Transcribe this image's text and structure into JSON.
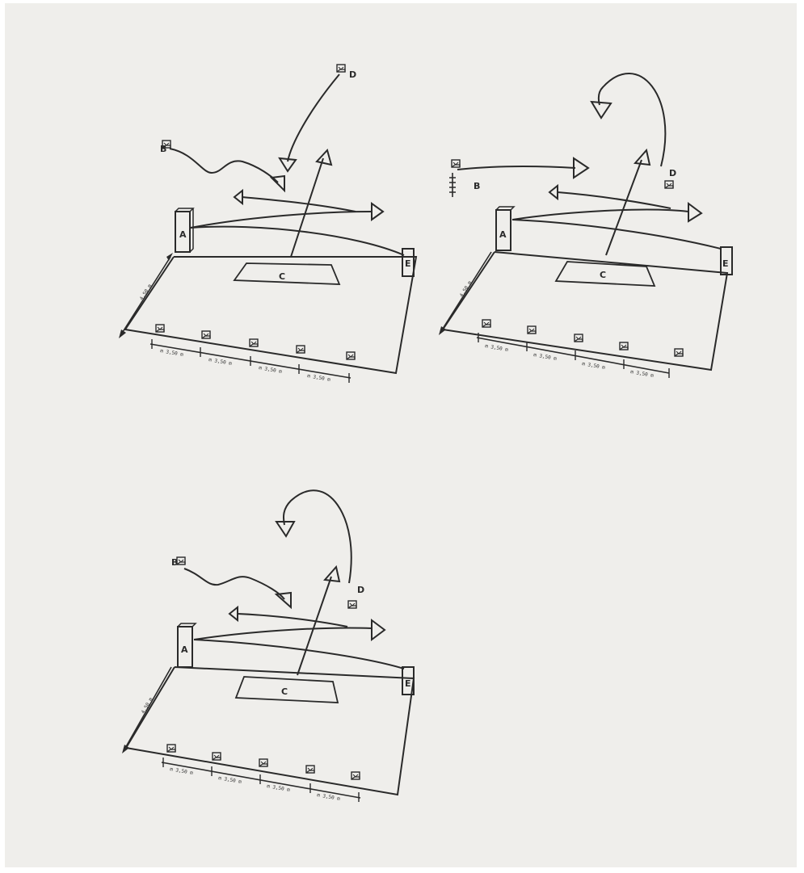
{
  "diagrams": [
    {
      "id": "top-left",
      "labels": {
        "a": "A",
        "b": "B",
        "c": "C",
        "d": "D",
        "e": "E"
      },
      "side_dimension": "4,50 m",
      "segment_labels": [
        "m 3,50 m",
        "m 3,50 m",
        "m 3,50 m",
        "m 3,50 m"
      ]
    },
    {
      "id": "top-right",
      "labels": {
        "a": "A",
        "b": "B",
        "c": "C",
        "d": "D",
        "e": "E"
      },
      "side_dimension": "4,50 m",
      "segment_labels": [
        "m 3,50 m",
        "m 3,50 m",
        "m 3,50 m",
        "m 3,50 m"
      ]
    },
    {
      "id": "bottom",
      "labels": {
        "a": "A",
        "b": "B",
        "c": "C",
        "d": "D",
        "e": "E"
      },
      "side_dimension": "4,50 m",
      "segment_labels": [
        "m 3,50 m",
        "m 3,50 m",
        "m 3,50 m",
        "m 3,50 m"
      ]
    }
  ],
  "colors": {
    "paper": "#efeeeb",
    "ink": "#2a2a2a"
  }
}
